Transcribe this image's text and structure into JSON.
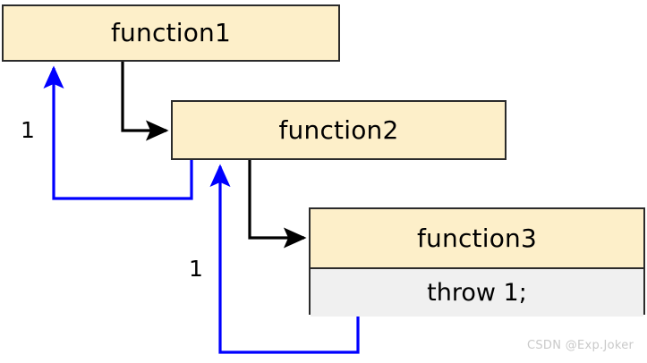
{
  "diagram": {
    "type": "call-stack-exception-propagation",
    "background": "#ffffff",
    "colors": {
      "box_fill": "#fdefc9",
      "box_body_fill": "#f0f0f0",
      "box_border": "#2b2b2b",
      "call_arrow": "#000000",
      "throw_arrow": "#0000ff",
      "text": "#000000",
      "watermark": "#c9c9c9"
    },
    "nodes": [
      {
        "id": "function1",
        "title": "function1",
        "body": null
      },
      {
        "id": "function2",
        "title": "function2",
        "body": null
      },
      {
        "id": "function3",
        "title": "function3",
        "body": "throw 1;"
      }
    ],
    "edges": [
      {
        "id": "call-f1-f2",
        "from": "function1",
        "to": "function2",
        "color": "#000000",
        "label": ""
      },
      {
        "id": "call-f2-f3",
        "from": "function2",
        "to": "function3",
        "color": "#000000",
        "label": ""
      },
      {
        "id": "throw-f2-f1",
        "from": "function2",
        "to": "function1",
        "color": "#0000ff",
        "label": "1"
      },
      {
        "id": "throw-f3-f2",
        "from": "function3",
        "to": "function2",
        "color": "#0000ff",
        "label": "1"
      }
    ]
  },
  "watermark": {
    "text": "CSDN @Exp.Joker"
  }
}
